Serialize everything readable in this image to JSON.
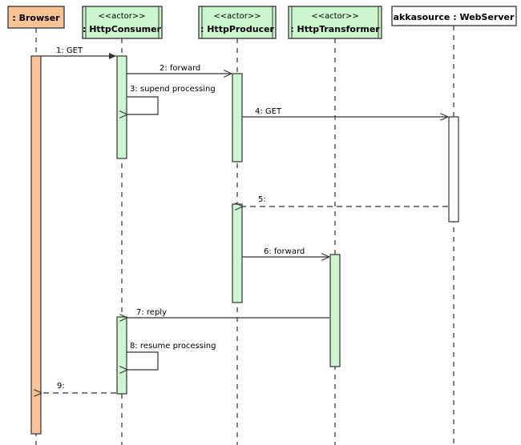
{
  "diagram": {
    "title": "UML Sequence Diagram",
    "type": "sequence-diagram",
    "background": "#ffffff",
    "colors": {
      "browser_fill": "#f9c395",
      "actor_fill": "#cdf5ce",
      "server_fill": "#ffffff",
      "stroke": "#333333",
      "text": "#000000"
    }
  },
  "participants": [
    {
      "id": "browser",
      "stereotype": "",
      "name": ": Browser",
      "kind": "object",
      "fill": "#f9c395"
    },
    {
      "id": "consumer",
      "stereotype": "<<actor>>",
      "name": ": HttpConsumer",
      "kind": "actor",
      "fill": "#cdf5ce"
    },
    {
      "id": "producer",
      "stereotype": "<<actor>>",
      "name": ": HttpProducer",
      "kind": "actor",
      "fill": "#cdf5ce"
    },
    {
      "id": "transformer",
      "stereotype": "<<actor>>",
      "name": ": HttpTransformer",
      "kind": "actor",
      "fill": "#cdf5ce"
    },
    {
      "id": "webserver",
      "stereotype": "",
      "name": "akkasource : WebServer",
      "kind": "object",
      "fill": "#ffffff"
    }
  ],
  "messages": [
    {
      "seq": "1",
      "label": "1: GET",
      "from": "browser",
      "to": "consumer",
      "style": "solid",
      "direction": "right"
    },
    {
      "seq": "2",
      "label": "2: forward",
      "from": "consumer",
      "to": "producer",
      "style": "solid",
      "direction": "right"
    },
    {
      "seq": "3",
      "label": "3: supend processing",
      "from": "consumer",
      "to": "consumer",
      "style": "solid",
      "direction": "self"
    },
    {
      "seq": "4",
      "label": "4: GET",
      "from": "producer",
      "to": "webserver",
      "style": "solid",
      "direction": "right"
    },
    {
      "seq": "5",
      "label": "5:",
      "from": "webserver",
      "to": "producer",
      "style": "dashed",
      "direction": "left"
    },
    {
      "seq": "6",
      "label": "6: forward",
      "from": "producer",
      "to": "transformer",
      "style": "solid",
      "direction": "right"
    },
    {
      "seq": "7",
      "label": "7: reply",
      "from": "transformer",
      "to": "consumer",
      "style": "solid",
      "direction": "left"
    },
    {
      "seq": "8",
      "label": "8: resume processing",
      "from": "consumer",
      "to": "consumer",
      "style": "solid",
      "direction": "self"
    },
    {
      "seq": "9",
      "label": "9:",
      "from": "consumer",
      "to": "browser",
      "style": "dashed",
      "direction": "left"
    }
  ]
}
